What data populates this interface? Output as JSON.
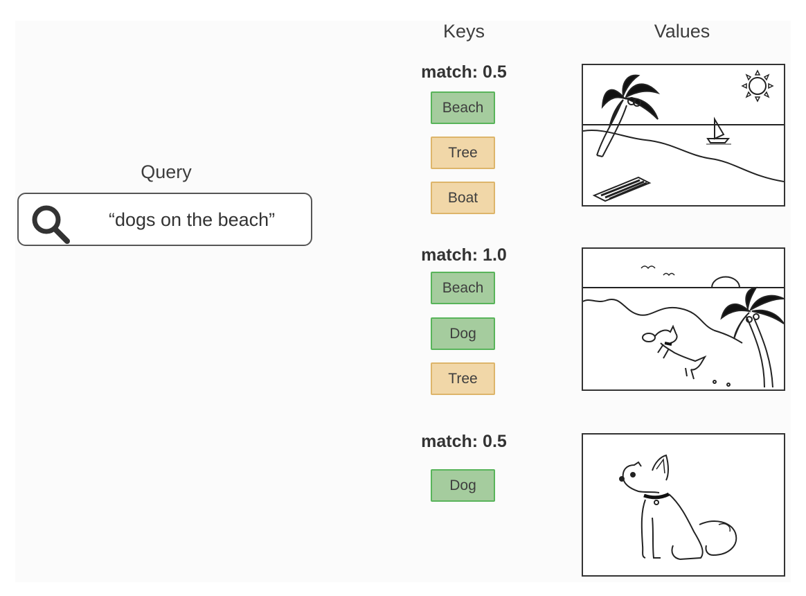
{
  "headings": {
    "query": "Query",
    "keys": "Keys",
    "values": "Values"
  },
  "query": {
    "text": "“dogs on the beach”",
    "icon": "search-icon"
  },
  "rows": [
    {
      "match": "match: 0.5",
      "keys": [
        {
          "label": "Beach",
          "matched": true
        },
        {
          "label": "Tree",
          "matched": false
        },
        {
          "label": "Boat",
          "matched": false
        }
      ],
      "image": "beach-palm-boat-sun-illustration"
    },
    {
      "match": "match: 1.0",
      "keys": [
        {
          "label": "Beach",
          "matched": true
        },
        {
          "label": "Dog",
          "matched": true
        },
        {
          "label": "Tree",
          "matched": false
        }
      ],
      "image": "dog-on-beach-frisbee-illustration"
    },
    {
      "match": "match: 0.5",
      "keys": [
        {
          "label": "Dog",
          "matched": true
        }
      ],
      "image": "sitting-dog-illustration"
    }
  ],
  "colors": {
    "matched_fill": "#a5cc9e",
    "matched_border": "#58b45a",
    "unmatched_fill": "#f1d7a8",
    "unmatched_border": "#ddb56a"
  }
}
